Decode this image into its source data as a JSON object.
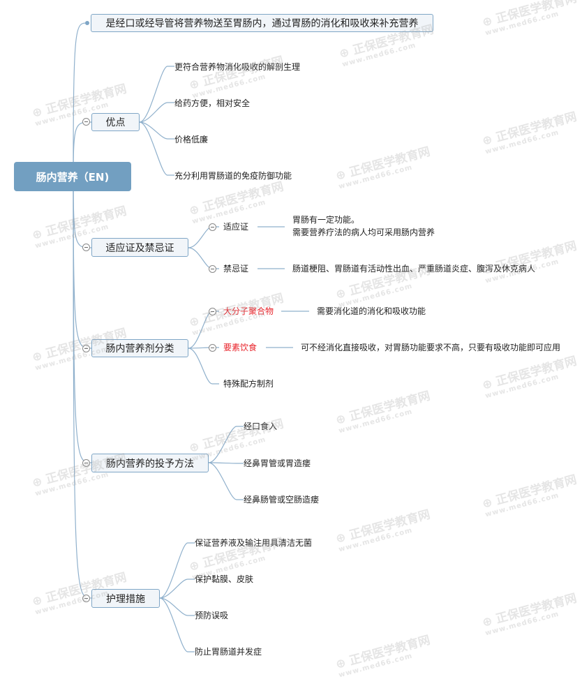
{
  "root": {
    "label": "肠内营养（EN)"
  },
  "definition": "是经口或经导管将营养物送至胃肠内，通过胃肠的消化和吸收来补充营养",
  "branches": {
    "advantages": {
      "label": "优点",
      "items": [
        "更符合营养物消化吸收的解剖生理",
        "给药方便，相对安全",
        "价格低廉",
        "充分利用胃肠道的免疫防御功能"
      ]
    },
    "indications": {
      "label": "适应证及禁忌证",
      "indication": {
        "label": "适应证",
        "text1": "胃肠有一定功能。",
        "text2": "需要营养疗法的病人均可采用肠内营养"
      },
      "contraindication": {
        "label": "禁忌证",
        "text": "肠道梗阻、胃肠道有活动性出血、严重肠道炎症、腹泻及休克病人"
      }
    },
    "classification": {
      "label": "肠内营养剂分类",
      "polymer": {
        "label": "大分子聚合物",
        "text": "需要消化道的消化和吸收功能"
      },
      "elemental": {
        "label": "要素饮食",
        "text": "可不经消化直接吸收，对胃肠功能要求不高，只要有吸收功能即可应用"
      },
      "special": {
        "label": "特殊配方制剂"
      }
    },
    "methods": {
      "label": "肠内营养的投予方法",
      "items": [
        "经口食入",
        "经鼻胃管或胃造瘘",
        "经鼻肠管或空肠造瘘"
      ]
    },
    "nursing": {
      "label": "护理措施",
      "items": [
        "保证营养液及输注用具清洁无菌",
        "保护黏膜、皮肤",
        "预防误吸",
        "防止胃肠道并发症"
      ]
    }
  },
  "colors": {
    "root": "#729fc1",
    "line": "#8fb0cc",
    "highlight": "#e8232a"
  },
  "watermark": {
    "name": "正保医学教育网",
    "url": "www.med66.com"
  }
}
